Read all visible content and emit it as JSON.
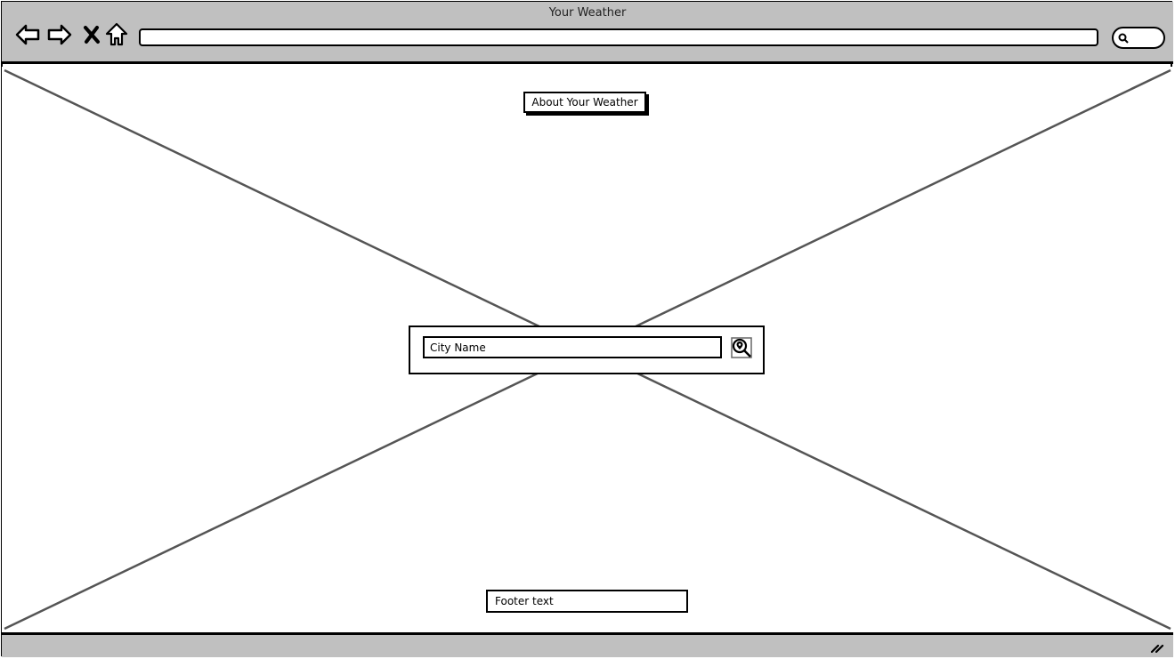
{
  "window": {
    "title": "Your Weather",
    "nav": {
      "back_icon": "arrow-left-icon",
      "forward_icon": "arrow-right-icon",
      "stop_icon": "close-icon",
      "home_icon": "home-icon"
    },
    "url_bar": {
      "value": ""
    },
    "search_box": {
      "icon": "search-icon",
      "value": ""
    }
  },
  "page": {
    "about_button_label": "About Your Weather",
    "search": {
      "city_input_placeholder": "City Name",
      "locate_button_icon": "location-search-icon"
    },
    "footer": {
      "text": "Footer text"
    }
  },
  "colors": {
    "chrome": "#c0c0c0",
    "border": "#000000",
    "placeholder_lines": "#555555",
    "background": "#ffffff"
  }
}
